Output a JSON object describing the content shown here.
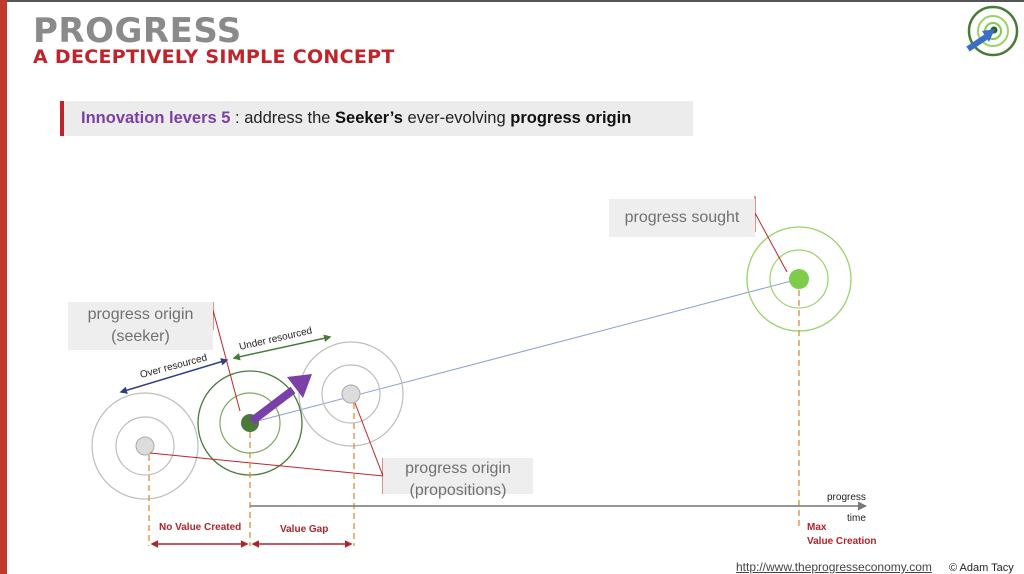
{
  "header": {
    "title": "PROGRESS",
    "subtitle": "A DECEPTIVELY SIMPLE CONCEPT"
  },
  "banner": {
    "lead": "Innovation levers 5",
    "text1": " : address the ",
    "seeker": "Seeker’s",
    "text2": " ever-evolving ",
    "origin": "progress origin"
  },
  "labels": {
    "progress_sought": "progress sought",
    "origin_seeker_line1": "progress origin",
    "origin_seeker_line2": "(seeker)",
    "origin_props_line1": "progress origin",
    "origin_props_line2": "(propositions)",
    "over_resourced": "Over resourced",
    "under_resourced": "Under resourced",
    "axis_progress": "progress",
    "axis_time": "time",
    "no_value_created": "No Value Created",
    "value_gap": "Value Gap",
    "max_line1": "Max",
    "max_line2": "Value Creation"
  },
  "colors": {
    "accent_red": "#c0242b",
    "purple": "#7b3fa8",
    "green_dark": "#4a7a3a",
    "green_light": "#7dcc4a"
  },
  "footer": {
    "url": "http://www.theprogresseconomy.com",
    "copyright": "© Adam Tacy"
  }
}
